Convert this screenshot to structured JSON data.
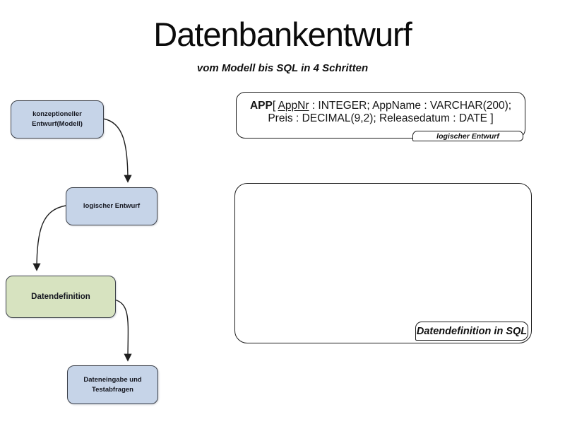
{
  "slide": {
    "title": "Datenbankentwurf",
    "subtitle": "vom Modell bis SQL in 4 Schritten"
  },
  "flow": {
    "steps": [
      {
        "id": "konzeptioneller-entwurf",
        "label": "konzeptioneller\nEntwurf(Modell)",
        "fill_key": "box_blue"
      },
      {
        "id": "logischer-entwurf",
        "label": "logischer Entwurf",
        "fill_key": "box_blue"
      },
      {
        "id": "datendefinition",
        "label": "Datendefinition",
        "fill_key": "box_green"
      },
      {
        "id": "dateneingabe-testabfragen",
        "label": "Dateneingabe und\nTestabfragen",
        "fill_key": "box_blue"
      }
    ]
  },
  "logical_design_box": {
    "relation_name": "APP",
    "open_bracket": "[ ",
    "key_attribute": "AppNr",
    "line1_rest": " : INTEGER; AppName : VARCHAR(200);",
    "line2": "Preis : DECIMAL(9,2); Releasedatum : DATE ]",
    "tab_label": "logischer Entwurf"
  },
  "sql_box": {
    "tab_label": "Datendefinition in SQL"
  },
  "colors": {
    "box_blue": "#c6d4e8",
    "box_green": "#d7e3c0",
    "box_border": "#3c4049",
    "frame_border": "#1d1d1d",
    "arrow": "#1f1f1f"
  }
}
